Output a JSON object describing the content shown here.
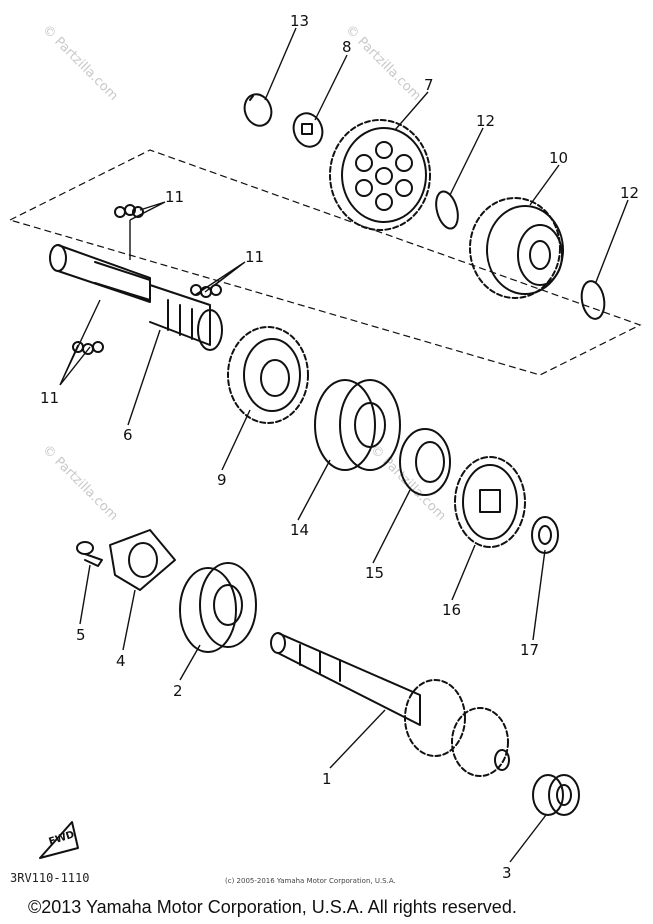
{
  "callouts": [
    {
      "id": "13",
      "text": "13"
    },
    {
      "id": "8",
      "text": "8"
    },
    {
      "id": "7",
      "text": "7"
    },
    {
      "id": "12a",
      "text": "12"
    },
    {
      "id": "10",
      "text": "10"
    },
    {
      "id": "12b",
      "text": "12"
    },
    {
      "id": "11a",
      "text": "11"
    },
    {
      "id": "11b",
      "text": "11"
    },
    {
      "id": "11c",
      "text": "11"
    },
    {
      "id": "6",
      "text": "6"
    },
    {
      "id": "9",
      "text": "9"
    },
    {
      "id": "14",
      "text": "14"
    },
    {
      "id": "15",
      "text": "15"
    },
    {
      "id": "16",
      "text": "16"
    },
    {
      "id": "17",
      "text": "17"
    },
    {
      "id": "5",
      "text": "5"
    },
    {
      "id": "4",
      "text": "4"
    },
    {
      "id": "2",
      "text": "2"
    },
    {
      "id": "1",
      "text": "1"
    },
    {
      "id": "3",
      "text": "3"
    }
  ],
  "fwd_label": "FWD",
  "ref_code": "3RV110-1110",
  "small_copyright": "(c) 2005-2016 Yamaha Motor Corporation, U.S.A.",
  "footer_copyright": "©2013 Yamaha Motor Corporation, U.S.A. All rights reserved.",
  "watermark": "© Partzilla.com"
}
